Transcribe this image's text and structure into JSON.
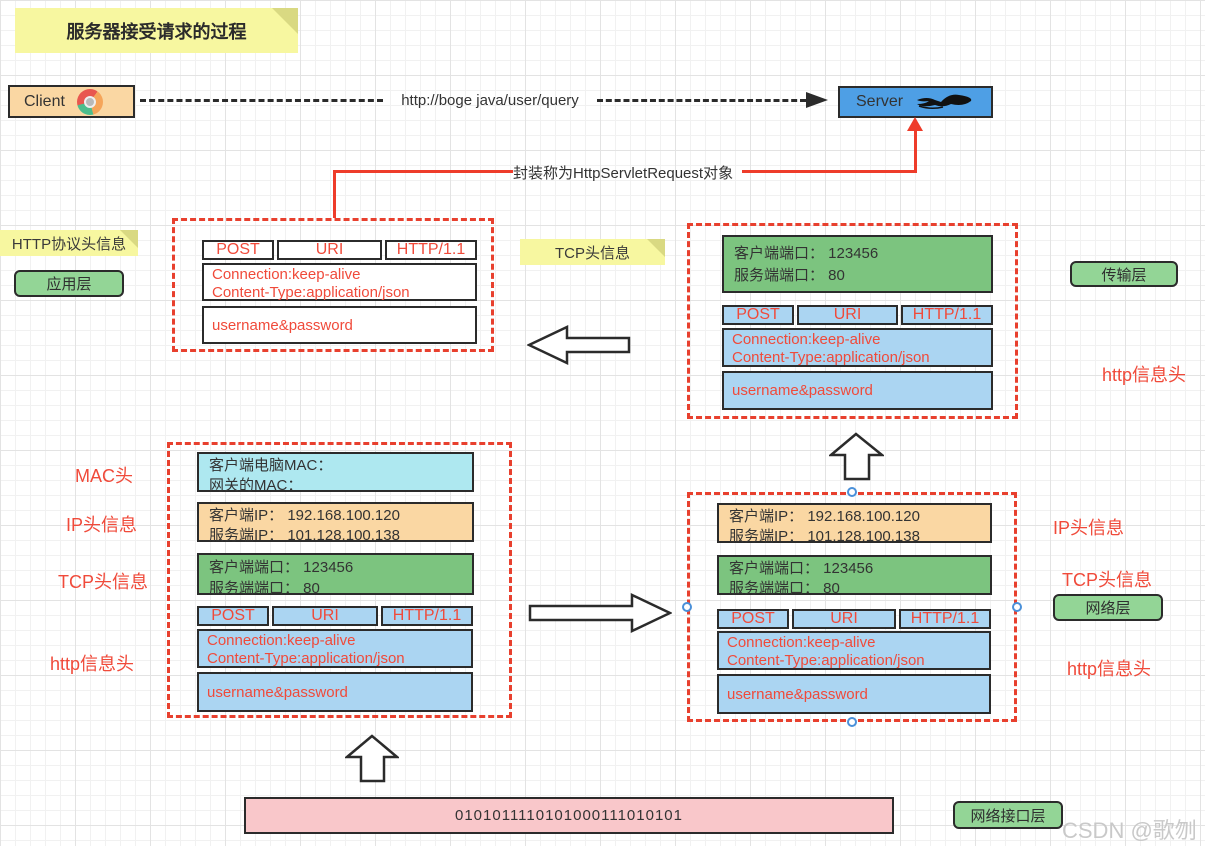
{
  "page": {
    "title": "服务器接受请求的过程",
    "watermark": "CSDN @歌刎"
  },
  "flow": {
    "client_label": "Client",
    "server_label": "Server",
    "request_url": "http://boge java/user/query",
    "encapsulation_note": "封装称为HttpServletRequest对象"
  },
  "stickies": {
    "http_header": "HTTP协议头信息",
    "tcp_header": "TCP头信息"
  },
  "layers": {
    "application": "应用层",
    "transport": "传输层",
    "network": "网络层",
    "network_interface": "网络接口层"
  },
  "side_labels": {
    "http_info_top_right": "http信息头",
    "mac_head": "MAC头",
    "ip_head_left": "IP头信息",
    "tcp_head_left": "TCP头信息",
    "http_info_bottom_left": "http信息头",
    "ip_head_right": "IP头信息",
    "tcp_head_right": "TCP头信息",
    "http_info_bottom_right": "http信息头"
  },
  "http_message": {
    "method": "POST",
    "uri": "URI",
    "version": "HTTP/1.1",
    "header_line1": "Connection:keep-alive",
    "header_line2": "Content-Type:application/json",
    "body": "username&password"
  },
  "tcp_info": {
    "line1": "客户端端口： 123456",
    "line2": "服务端端口： 80"
  },
  "ip_info": {
    "line1": "客户端IP： 192.168.100.120",
    "line2": "服务端IP： 101.128.100.138"
  },
  "mac_info": {
    "line1": "客户端电脑MAC：",
    "line2": "网关的MAC："
  },
  "physical": {
    "binary_stream": "0101011110101000111010101"
  },
  "colors": {
    "accent_red": "#ee3c2a",
    "red_text": "#f04a3a",
    "box_green": "#7cc47f",
    "layer_green": "#93d596",
    "box_blue": "#abd5f2",
    "box_orange": "#fad7a3",
    "box_cyan": "#aee8f0",
    "box_pink": "#f9c7ca",
    "sticky_yellow": "#f7f7a0",
    "server_blue": "#4e9fe5",
    "client_tan": "#fad7a3"
  }
}
